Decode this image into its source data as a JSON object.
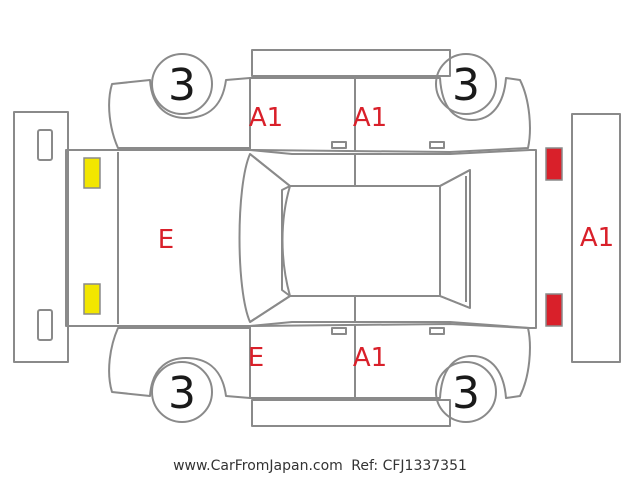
{
  "colors": {
    "outline": "#8a8a8a",
    "code_text": "#d9202a",
    "headlight": "#f2e600",
    "taillight": "#d9202a"
  },
  "tires": {
    "front_left": "3",
    "rear_left": "3",
    "front_right": "3",
    "rear_right": "3"
  },
  "codes": {
    "left_front_door": "A1",
    "left_rear_door": "A1",
    "hood": "E",
    "rear_bumper": "A1",
    "right_front_door": "E",
    "right_rear_door": "A1"
  },
  "footer": {
    "site": "www.CarFromJapan.com",
    "ref": "Ref: CFJ1337351"
  }
}
